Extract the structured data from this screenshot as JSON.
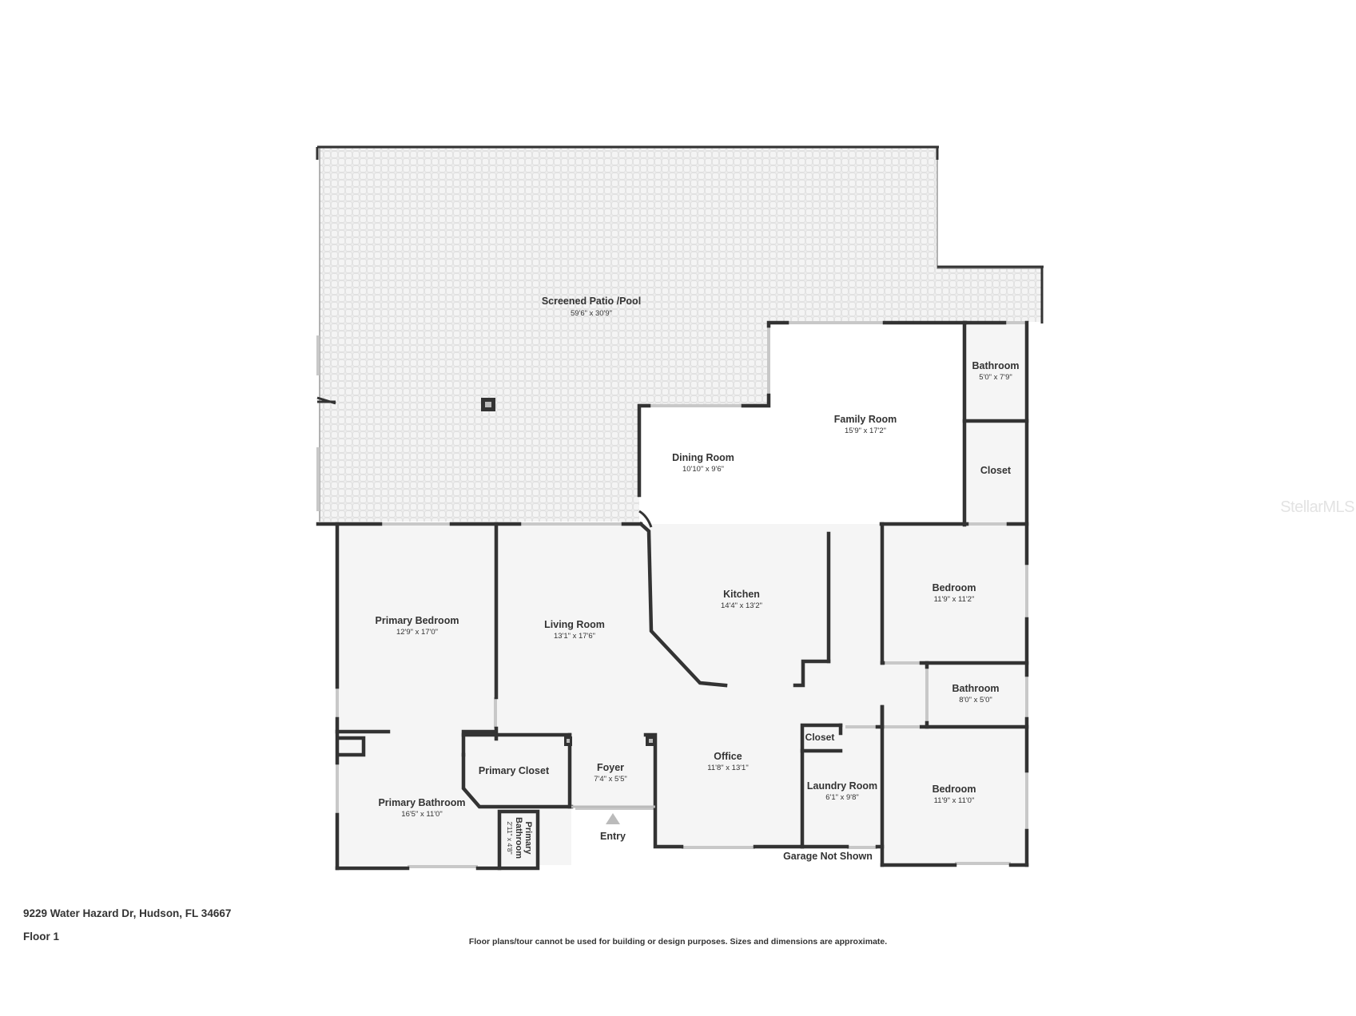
{
  "rooms": {
    "patio": {
      "name": "Screened Patio /Pool",
      "dims": "59'6\" x 30'9\""
    },
    "bathroom_top": {
      "name": "Bathroom",
      "dims": "5'0\" x 7'9\""
    },
    "family_room": {
      "name": "Family Room",
      "dims": "15'9\" x 17'2\""
    },
    "dining_room": {
      "name": "Dining Room",
      "dims": "10'10\" x 9'6\""
    },
    "closet_right": {
      "name": "Closet"
    },
    "kitchen": {
      "name": "Kitchen",
      "dims": "14'4\" x 13'2\""
    },
    "bedroom_upper": {
      "name": "Bedroom",
      "dims": "11'9\" x 11'2\""
    },
    "primary_bedroom": {
      "name": "Primary Bedroom",
      "dims": "12'9\" x 17'0\""
    },
    "living_room": {
      "name": "Living Room",
      "dims": "13'1\" x 17'6\""
    },
    "bathroom_mid": {
      "name": "Bathroom",
      "dims": "8'0\" x 5'0\""
    },
    "office": {
      "name": "Office",
      "dims": "11'8\" x 13'1\""
    },
    "closet_laundry": {
      "name": "Closet"
    },
    "primary_closet": {
      "name": "Primary Closet"
    },
    "foyer": {
      "name": "Foyer",
      "dims": "7'4\" x 5'5\""
    },
    "laundry_room": {
      "name": "Laundry Room",
      "dims": "6'1\" x 9'8\""
    },
    "bedroom_lower": {
      "name": "Bedroom",
      "dims": "11'9\" x 11'0\""
    },
    "primary_bathroom": {
      "name": "Primary Bathroom",
      "dims": "16'5\" x 11'0\""
    },
    "primary_bathroom_small": {
      "name_line1": "Primary",
      "name_line2": "Bathroom",
      "dims": "2'11\" x 4'8\""
    }
  },
  "labels": {
    "entry": "Entry",
    "garage": "Garage Not Shown"
  },
  "footer": {
    "address": "9229 Water Hazard Dr, Hudson, FL 34667",
    "floor": "Floor 1",
    "disclaimer": "Floor plans/tour cannot be used for building or design purposes. Sizes and dimensions are approximate."
  },
  "watermark": "StellarMLS",
  "colors": {
    "wall": "#333333",
    "floor": "#f5f5f5",
    "patio": "#ececec",
    "window": "#c8c8c8"
  }
}
